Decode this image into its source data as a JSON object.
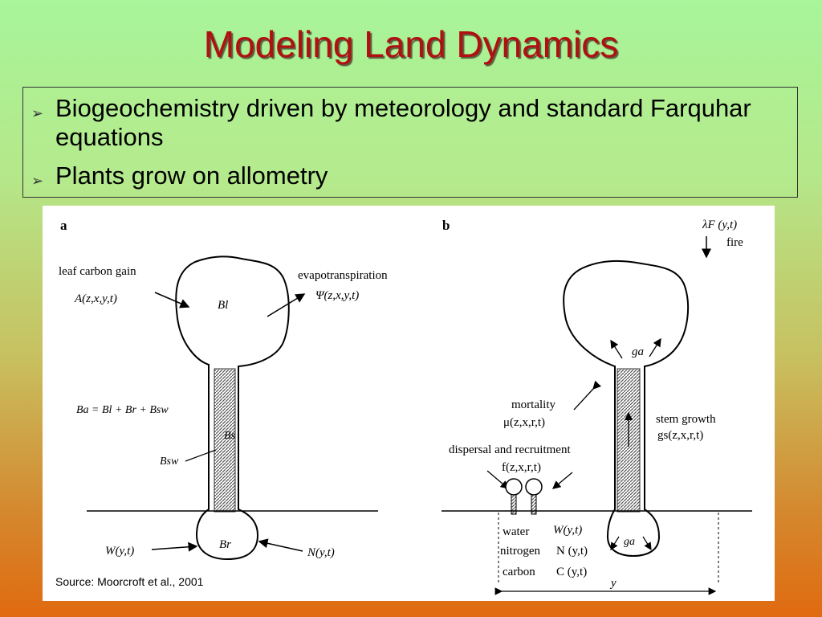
{
  "title": "Modeling Land Dynamics",
  "bullets": [
    "Biogeochemistry driven by meteorology and standard Farquhar equations",
    "Plants grow on allometry"
  ],
  "figure": {
    "source": "Source: Moorcroft et al., 2001",
    "panel_a": {
      "label": "a",
      "leaf_carbon_gain": "leaf carbon gain",
      "leaf_carbon_eq": "A(z,x,y,t)",
      "evapotranspiration": "evapotranspiration",
      "evap_eq": "Ψ(z,x,y,t)",
      "leaf_biomass": "Bl",
      "biomass_eq": "Ba = Bl + Br + Bsw",
      "stem_label": "Bs",
      "sapwood_label": "Bsw",
      "root_label": "Br",
      "water_input": "W(y,t)",
      "nitrogen_input": "N(y,t)"
    },
    "panel_b": {
      "label": "b",
      "fire_rate": "λF (y,t)",
      "fire": "fire",
      "ga_top": "ga",
      "mortality": "mortality",
      "mortality_eq": "μ(z,x,r,t)",
      "stem_growth": "stem growth",
      "stem_growth_eq": "gs(z,x,r,t)",
      "dispersal": "dispersal and recruitment",
      "dispersal_eq": "f(z,x,r,t)",
      "water": "water",
      "nitrogen": "nitrogen",
      "carbon": "carbon",
      "water_eq": "W(y,t)",
      "nitrogen_eq": "N (y,t)",
      "carbon_eq": "C (y,t)",
      "ga_bottom": "ga",
      "y_axis": "y"
    }
  }
}
